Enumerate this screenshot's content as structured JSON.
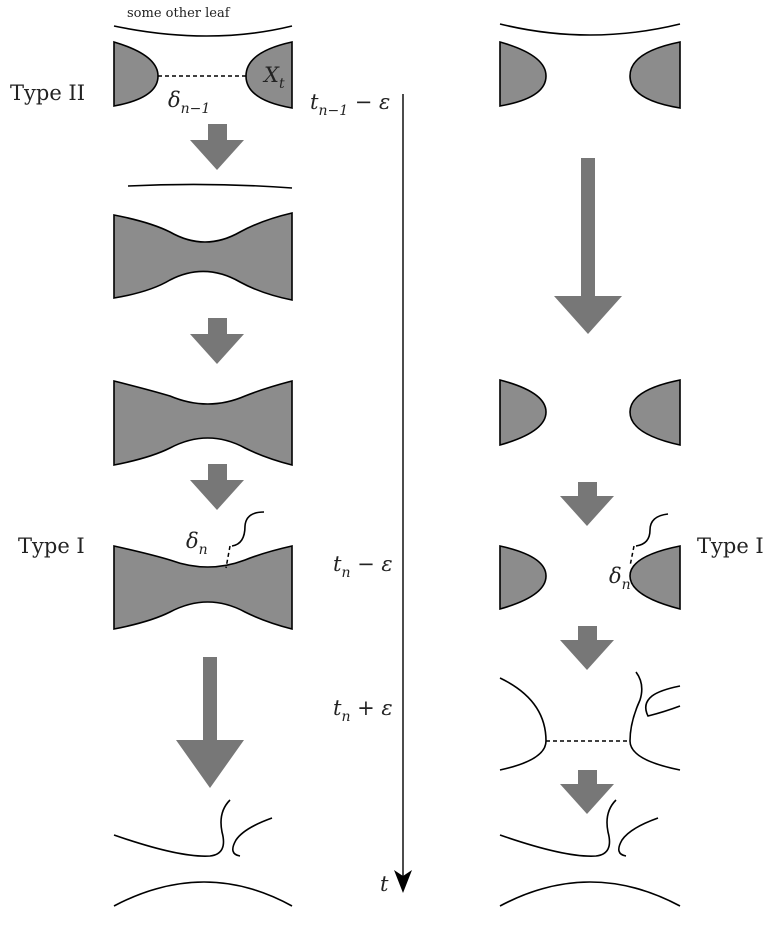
{
  "labels": {
    "other_leaf": "some other leaf",
    "type_ii": "Type II",
    "type_i_left": "Type I",
    "type_i_right": "Type I",
    "x_t": "X",
    "x_t_sub": "t",
    "delta": "δ",
    "delta_n_minus_1_sub": "n−1",
    "delta_n_sub": "n",
    "delta_n_right_sub": "n"
  },
  "timeline": {
    "axis_label": "t",
    "tick1_main": "t",
    "tick1_sub": "n−1",
    "tick1_rest": " − ε",
    "tick2_main": "t",
    "tick2_sub": "n",
    "tick2_rest": " − ε",
    "tick3_main": "t",
    "tick3_sub": "n",
    "tick3_rest": " + ε"
  }
}
